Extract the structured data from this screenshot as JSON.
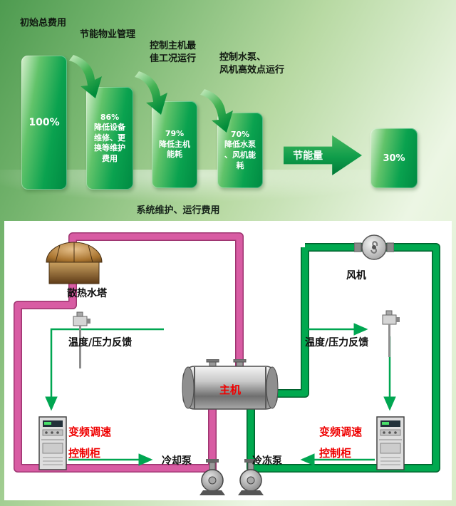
{
  "chart": {
    "stage_labels": [
      "初始总费用",
      "节能物业管理",
      "控制主机最\n佳工况运行",
      "控制水泵、\n风机高效点运行"
    ],
    "bars": [
      "100%",
      "86%\n降低设备\n维修、更\n换等维护\n费用",
      "79%\n降低主机\n能耗",
      "70%\n降低水泵\n、风机能\n耗",
      "30%"
    ],
    "arrow_label": "节能量",
    "bottom_label": "系统维护、运行费用"
  },
  "chart_data": {
    "type": "bar",
    "categories": [
      "初始总费用",
      "节能物业管理",
      "控制主机最佳工况运行",
      "控制水泵、风机高效点运行",
      "节能量"
    ],
    "values": [
      100,
      86,
      79,
      70,
      30
    ],
    "unit": "%",
    "annotations": [
      "86% 降低设备维修、更换等维护费用",
      "79% 降低主机能耗",
      "70% 降低水泵、风机能耗",
      "节能量",
      "系统维护、运行费用"
    ],
    "ylim": [
      0,
      100
    ],
    "legend": "none",
    "grid": false
  },
  "diagram": {
    "cooling_tower_label": "散热水塔",
    "fan_label": "风机",
    "feedback_left_label": "温度/压力反馈",
    "feedback_right_label": "温度/压力反馈",
    "main_engine_label": "主机",
    "vfd_left_label": "变频调速\n控制柜",
    "vfd_right_label": "变频调速\n控制柜",
    "cooling_pump_label": "冷却泵",
    "chilled_pump_label": "冷冻泵"
  },
  "colors": {
    "condenser_pipe": "#d85ca3",
    "chilled_pipe": "#00a94f",
    "signal_arrow": "#00a651",
    "highlight_text": "#ef0000",
    "bar_green": "#009a47"
  }
}
